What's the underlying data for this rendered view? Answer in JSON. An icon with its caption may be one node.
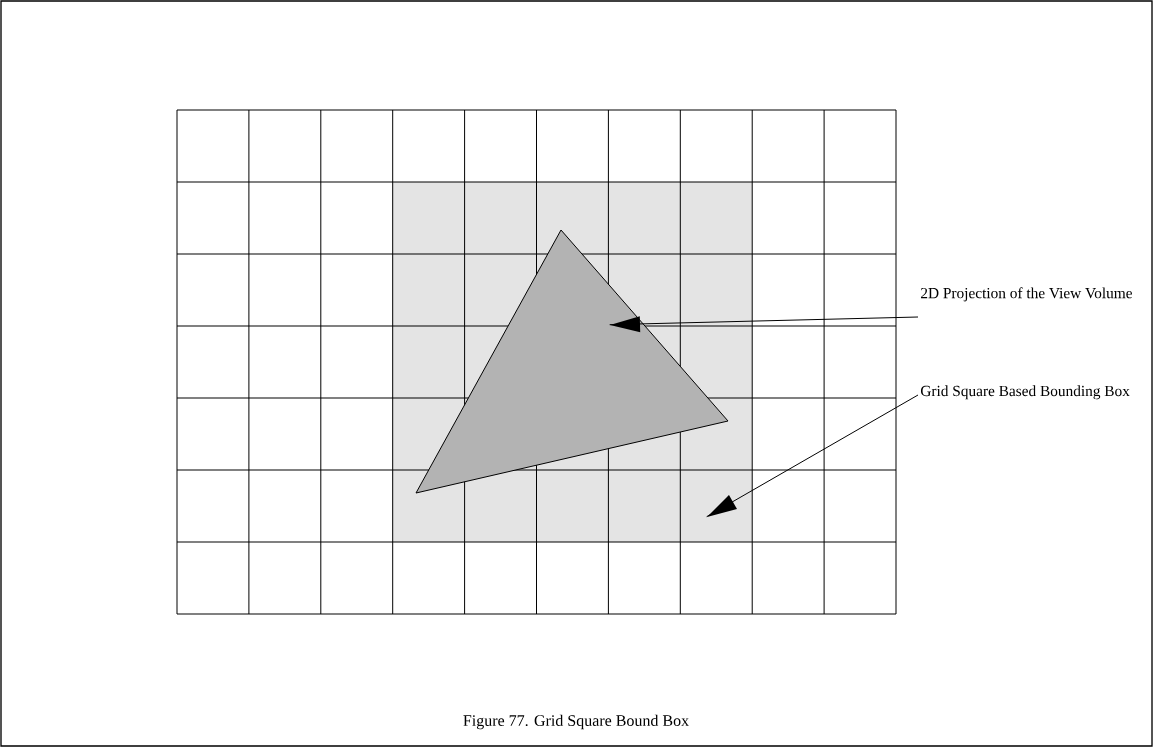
{
  "diagram": {
    "caption": "Figure 77. Grid Square Bound Box",
    "nodes": [
      {
        "text": [
          "2D Projection of the View Volume"
        ]
      },
      {
        "text": [
          "Grid Square Based Bounding Box"
        ]
      },
      {
        "text": [],
        "shape": "triangle",
        "in": 3
      },
      {
        "text": [],
        "shape": "box"
      }
    ],
    "edges": [
      {
        "from": 0,
        "to": 2,
        "arrow": "to"
      },
      {
        "from": 1,
        "to": 3,
        "arrow": "to"
      }
    ]
  }
}
